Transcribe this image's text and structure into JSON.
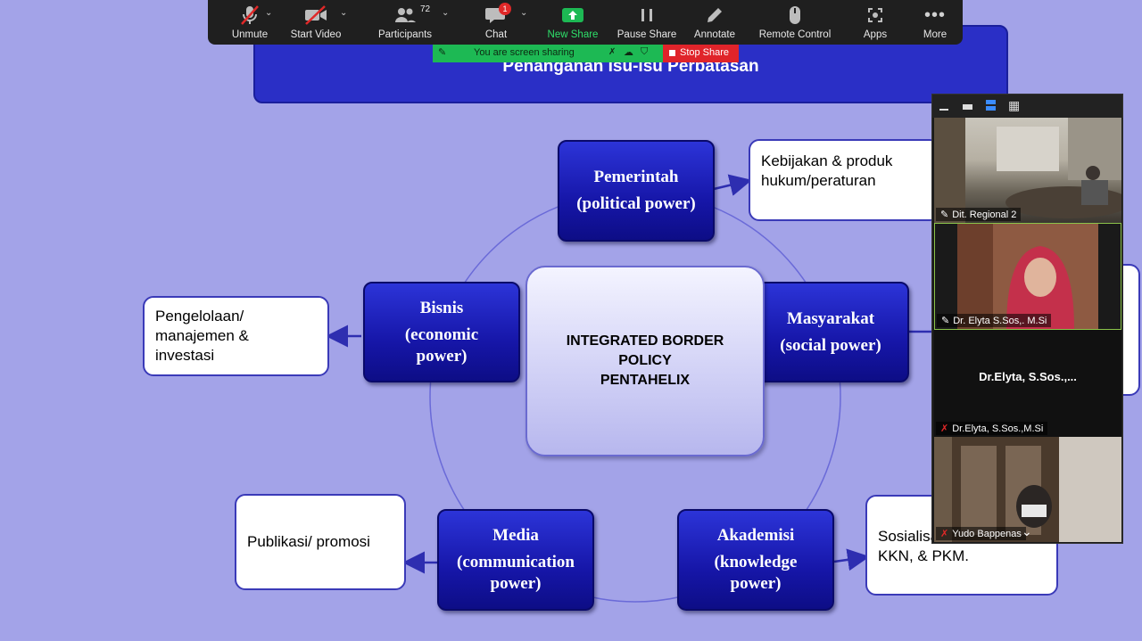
{
  "slide": {
    "title": "Penanganan Isu-isu Perbatasan",
    "center": [
      "INTEGRATED BORDER",
      "POLICY",
      "PENTAHELIX"
    ],
    "nodes": {
      "pemerintah": [
        "Pemerintah",
        "(political power)"
      ],
      "bisnis": [
        "Bisnis",
        "(economic",
        "power)"
      ],
      "masyarakat": [
        "Masyarakat",
        "(social power)"
      ],
      "media": [
        "Media",
        "(communication",
        "power)"
      ],
      "akademisi": [
        "Akademisi",
        "(knowledge",
        "power)"
      ]
    },
    "outcomes": {
      "pemerintah": [
        "Kebijakan & produk",
        "hukum/peraturan"
      ],
      "bisnis": [
        "Pengelolaan/",
        "manajemen &",
        "investasi"
      ],
      "media": [
        "Publikasi/ promosi"
      ],
      "akademisi": [
        "Sosialisasi,",
        "KKN, & PKM."
      ]
    }
  },
  "toolbar": {
    "unmute": "Unmute",
    "start_video": "Start Video",
    "participants": "Participants",
    "participants_count": "72",
    "chat": "Chat",
    "chat_badge": "1",
    "new_share": "New Share",
    "pause_share": "Pause Share",
    "annotate": "Annotate",
    "remote_control": "Remote Control",
    "apps": "Apps",
    "more": "More"
  },
  "share_bar": {
    "status": "You are screen sharing",
    "stop": "Stop Share"
  },
  "video_panel": {
    "tiles": [
      {
        "name": "Dit. Regional 2"
      },
      {
        "name": "Dr. Elyta S.Sos,. M.Si"
      },
      {
        "display_name": "Dr.Elyta,  S.Sos.,...",
        "name": "Dr.Elyta, S.Sos.,M.Si"
      },
      {
        "name": "Yudo Bappenas"
      }
    ]
  },
  "colors": {
    "slide_bg": "#a3a3e8",
    "node_blue": "#1616a8",
    "share_green": "#1db954",
    "stop_red": "#e0242a",
    "toolbar": "#1f1f1f"
  }
}
